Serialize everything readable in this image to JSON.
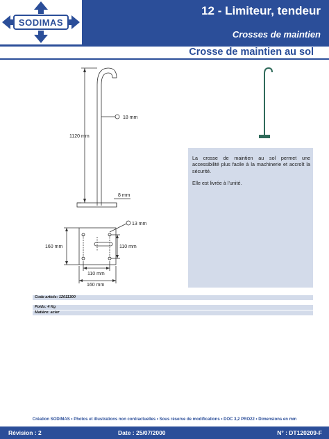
{
  "logo": {
    "text": "SODIMAS"
  },
  "header": {
    "title": "12 - Limiteur, tendeur",
    "subtitle": "Crosses de maintien"
  },
  "section": {
    "title": "Crosse de maintien au sol"
  },
  "drawing": {
    "height_label": "1120 mm",
    "diameter_label": "18 mm",
    "thickness_label": "8 mm",
    "hole_label": "13 mm",
    "plate_width_label": "160 mm",
    "plate_height_label": "160 mm",
    "hole_spacing_h_label": "110 mm",
    "hole_spacing_v_label": "110 mm"
  },
  "description": {
    "paragraph1": "La crosse de maintien au sol permet une accessibilité plus facile à la machinerie et accroît la sécurité.",
    "paragraph2": "Elle est livrée à l’unité."
  },
  "specs": {
    "code": "Code article: 12011300",
    "poids": "Poids: 4 Kg",
    "matiere": "Matière: acier"
  },
  "footer": {
    "note": "Création SODIMAS • Photos et illustrations non contractuelles • Sous réserve de modifications • DOC 3,2 PRO22 • Dimensions en mm",
    "revision": "Révision : 2",
    "date": "Date : 25/07/2000",
    "number": "N° : DT120209-F"
  },
  "colors": {
    "brand_blue": "#2b4e99",
    "panel_blue": "#d3dbea",
    "product_green": "#2f6a5a"
  }
}
